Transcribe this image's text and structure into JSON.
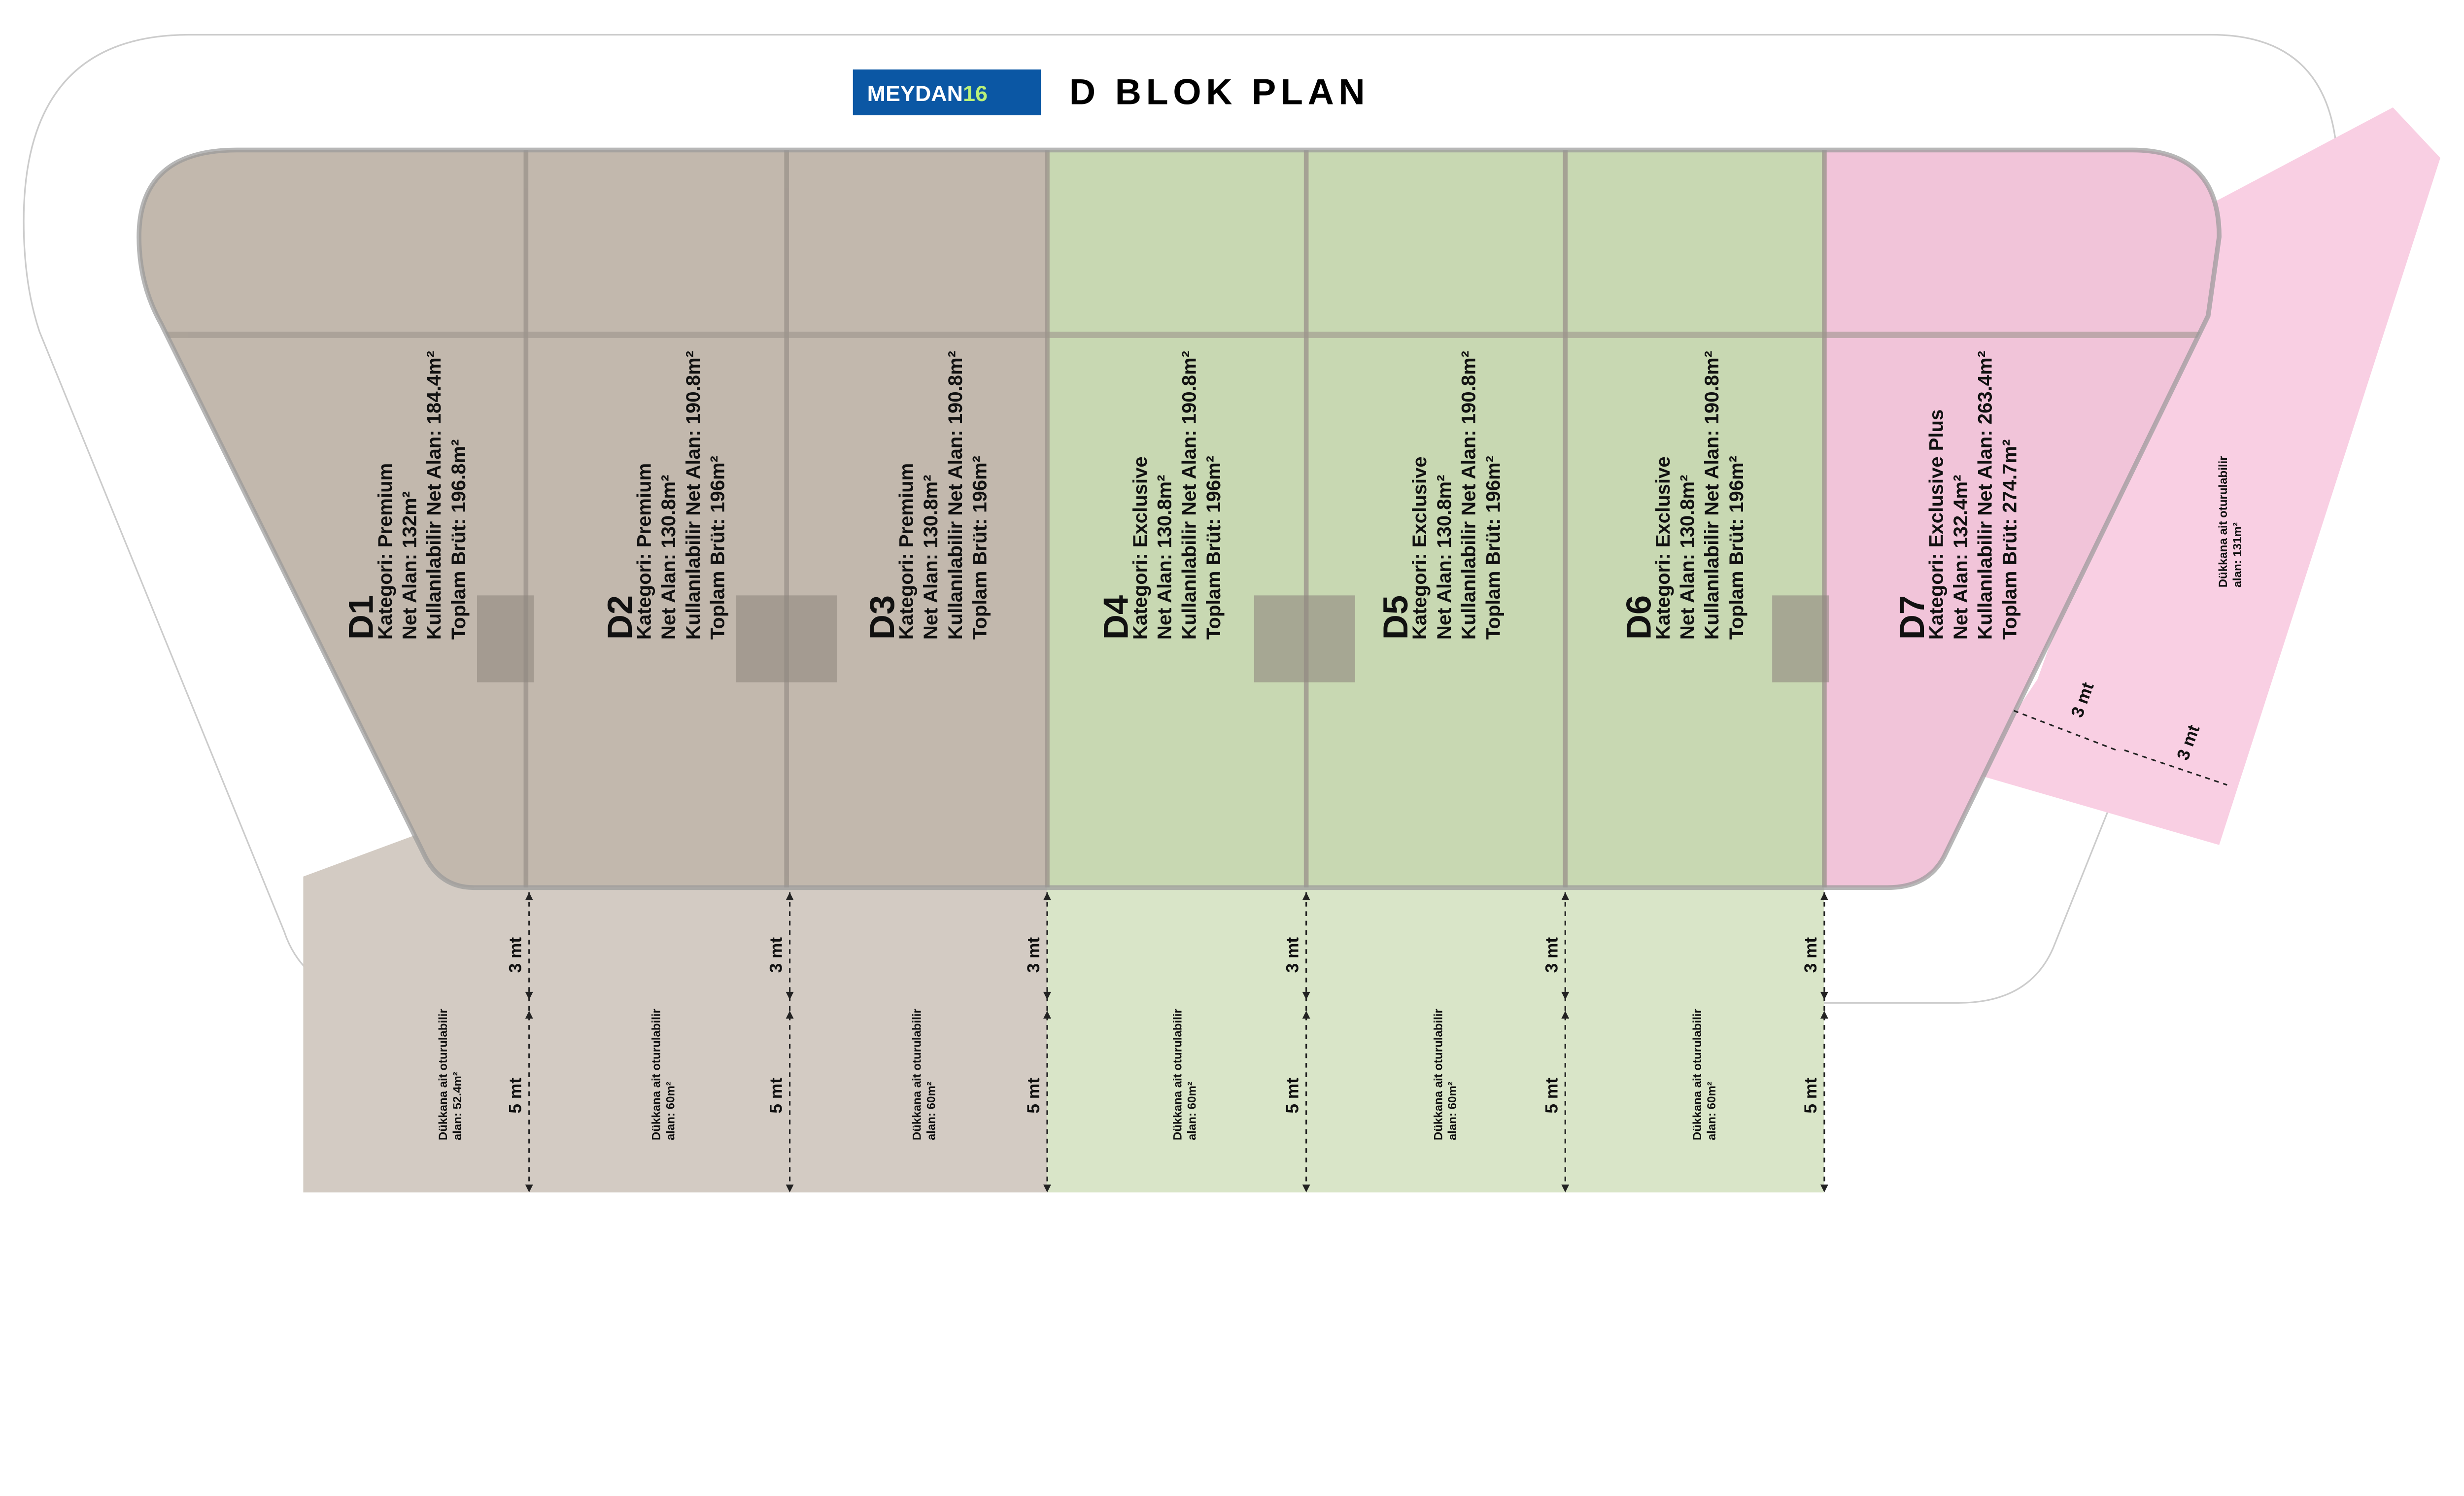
{
  "header": {
    "logo_text": "MEYDAN",
    "logo_number": "16",
    "title": "D BLOK PLAN"
  },
  "colors": {
    "premium": "#c2b8ad",
    "exclusive": "#c8d8b2",
    "exclusive_plus": "#f1c4d9",
    "logo_bg": "#0b57a4",
    "logo_accent": "#b9f07a"
  },
  "units": [
    {
      "id": "D1",
      "kategori": "Kategori: Premium",
      "net": "Net Alan: 132m²",
      "kullanilabilir": "Kullanılabilir Net Alan: 184.4m²",
      "brut": "Toplam Brüt: 196.8m²"
    },
    {
      "id": "D2",
      "kategori": "Kategori: Premium",
      "net": "Net Alan: 130.8m²",
      "kullanilabilir": "Kullanılabilir Net Alan: 190.8m²",
      "brut": "Toplam Brüt: 196m²"
    },
    {
      "id": "D3",
      "kategori": "Kategori: Premium",
      "net": "Net Alan: 130.8m²",
      "kullanilabilir": "Kullanılabilir Net Alan: 190.8m²",
      "brut": "Toplam Brüt: 196m²"
    },
    {
      "id": "D4",
      "kategori": "Kategori: Exclusive",
      "net": "Net Alan: 130.8m²",
      "kullanilabilir": "Kullanılabilir Net Alan: 190.8m²",
      "brut": "Toplam Brüt: 196m²"
    },
    {
      "id": "D5",
      "kategori": "Kategori: Exclusive",
      "net": "Net Alan: 130.8m²",
      "kullanilabilir": "Kullanılabilir Net Alan: 190.8m²",
      "brut": "Toplam Brüt: 196m²"
    },
    {
      "id": "D6",
      "kategori": "Kategori: Exclusive",
      "net": "Net Alan: 130.8m²",
      "kullanilabilir": "Kullanılabilir Net Alan: 190.8m²",
      "brut": "Toplam Brüt: 196m²"
    },
    {
      "id": "D7",
      "kategori": "Kategori: Exclusive Plus",
      "net": "Net Alan: 132.4m²",
      "kullanilabilir": "Kullanılabilir Net Alan: 263.4m²",
      "brut": "Toplam Brüt: 274.7m²"
    }
  ],
  "seating": [
    {
      "line1": "Dükkana ait oturulabilir",
      "line2": "alan: 52.4m²"
    },
    {
      "line1": "Dükkana ait oturulabilir",
      "line2": "alan: 60m²"
    },
    {
      "line1": "Dükkana ait oturulabilir",
      "line2": "alan: 60m²"
    },
    {
      "line1": "Dükkana ait oturulabilir",
      "line2": "alan: 60m²"
    },
    {
      "line1": "Dükkana ait oturulabilir",
      "line2": "alan: 60m²"
    },
    {
      "line1": "Dükkana ait oturulabilir",
      "line2": "alan: 60m²"
    },
    {
      "line1": "Dükkana ait oturulabilir",
      "line2": "alan: 131m²"
    }
  ],
  "dimensions": {
    "short": "3 mt",
    "long": "5 mt"
  }
}
